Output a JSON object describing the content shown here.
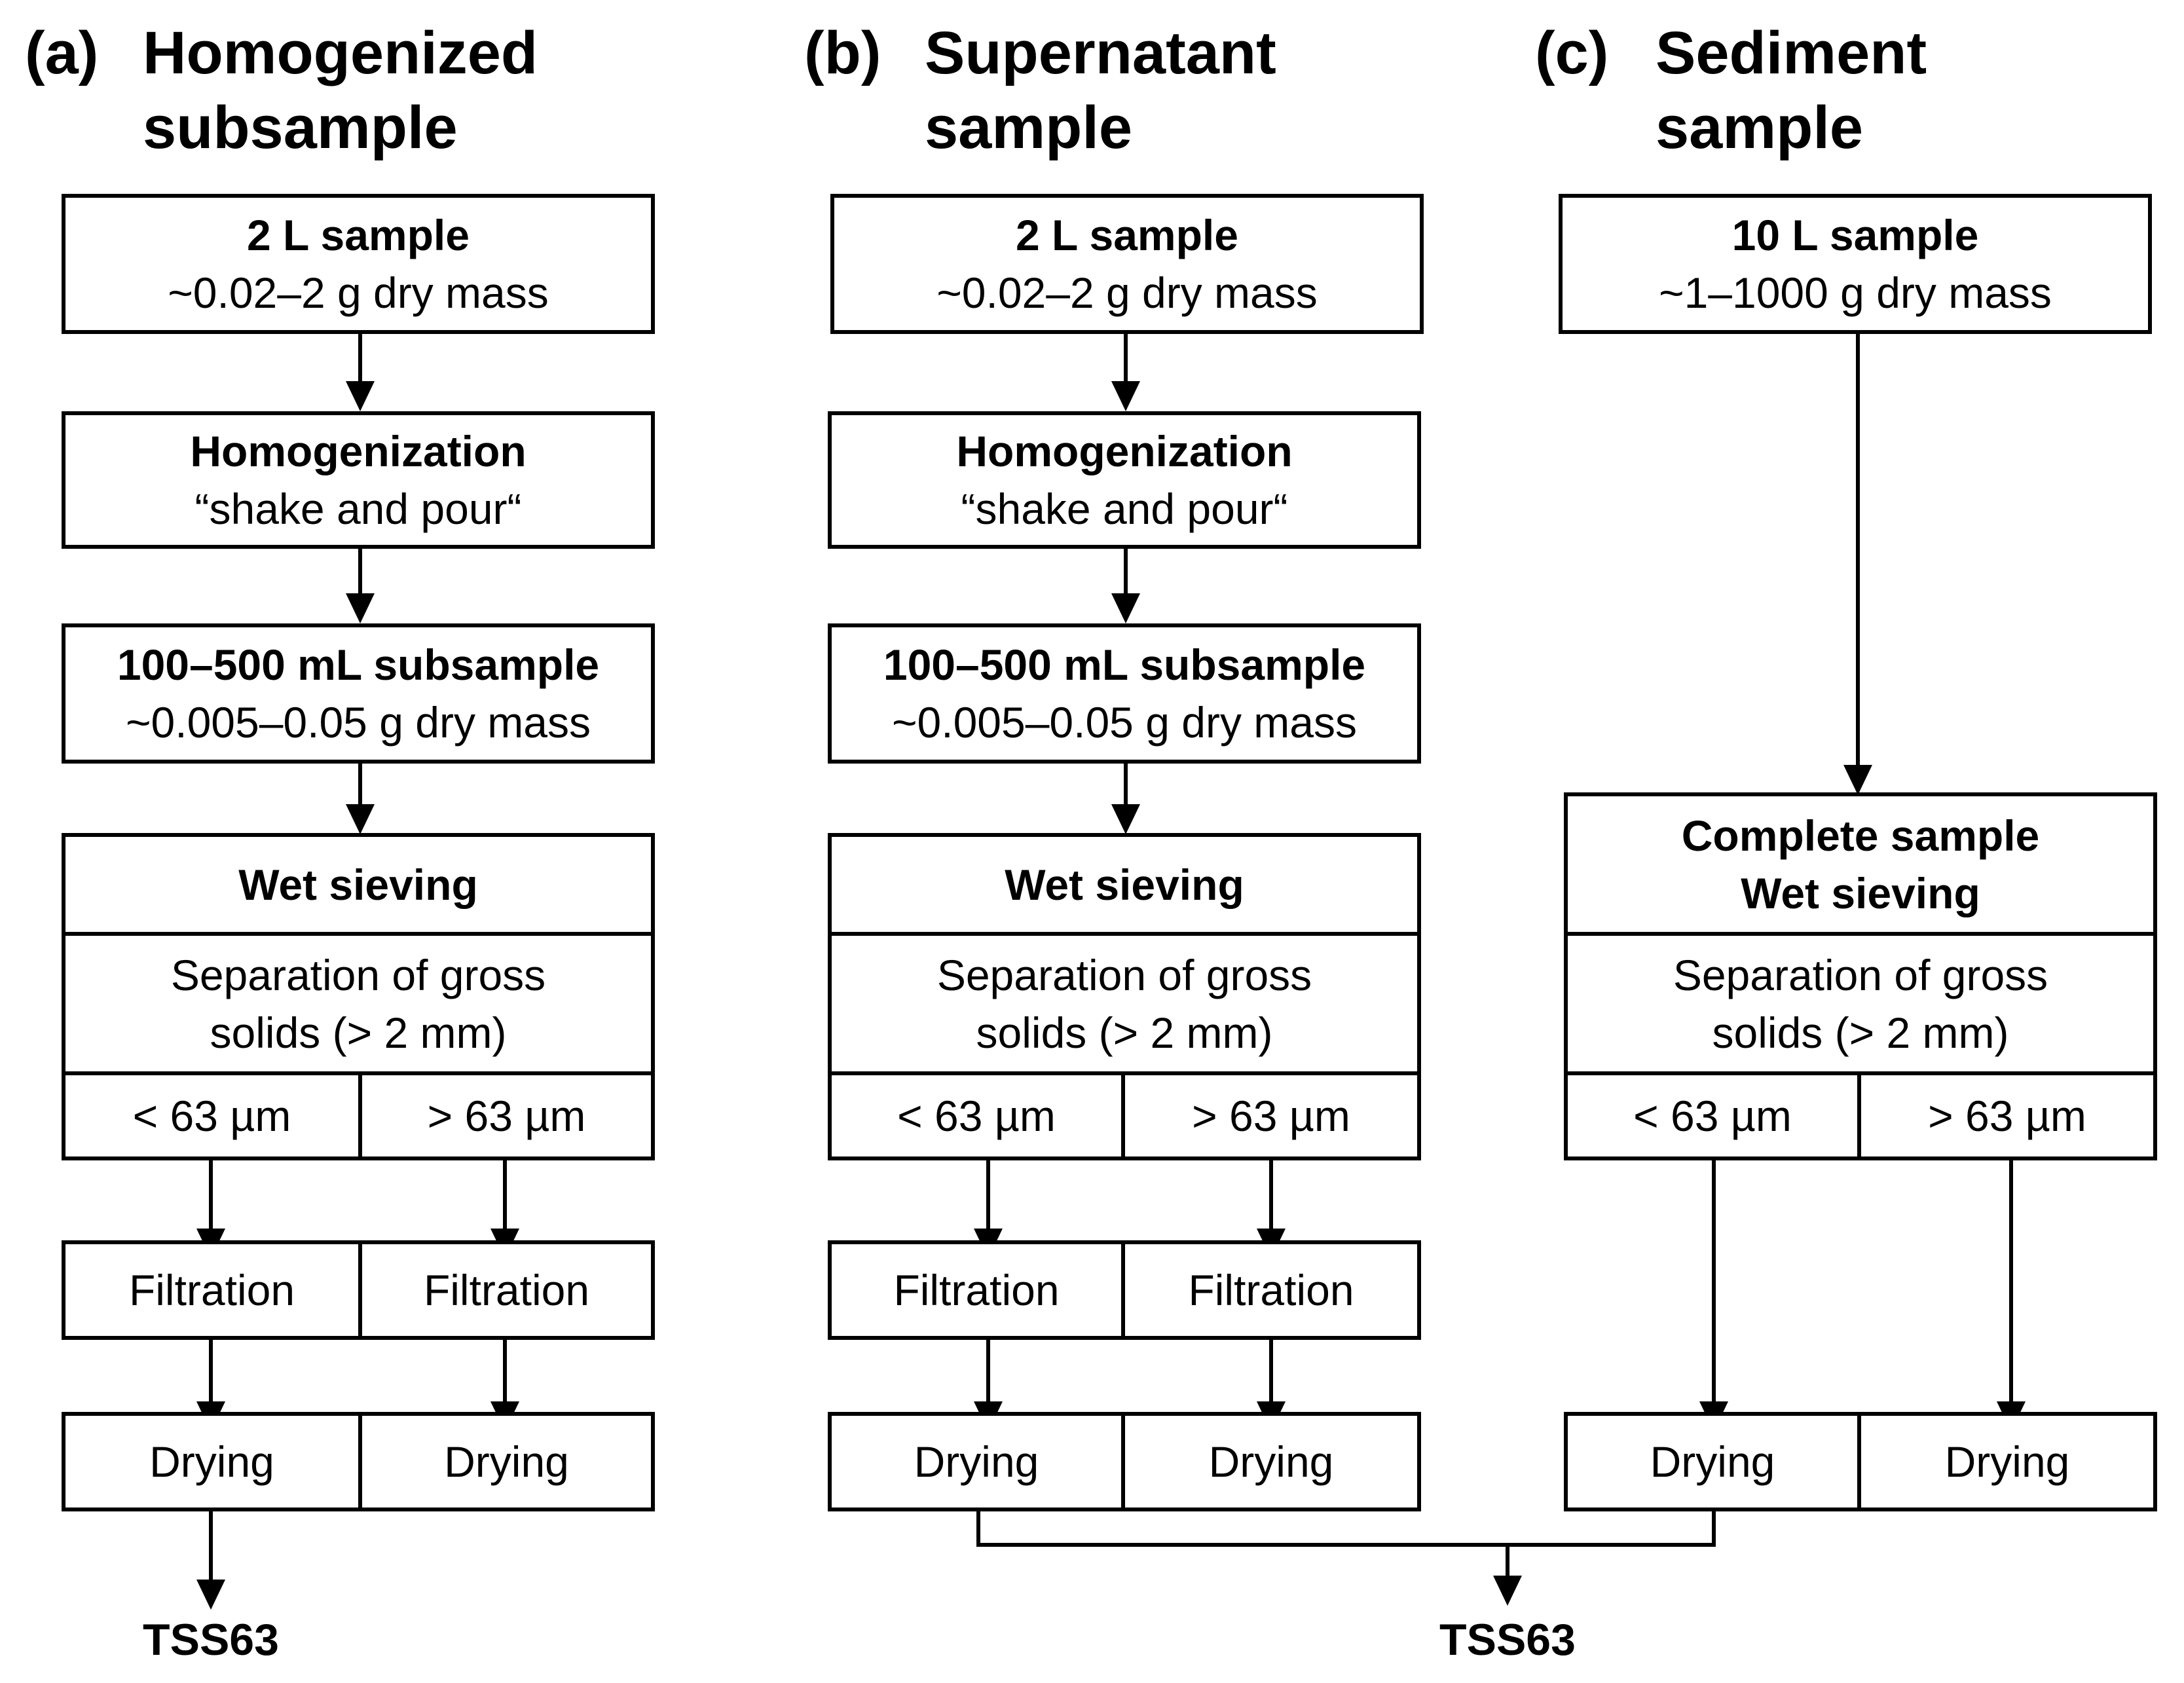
{
  "columns": {
    "a": {
      "label": "(a)",
      "title_line1": "Homogenized",
      "title_line2": "subsample",
      "sample_bold": "2 L sample",
      "sample_text": "~0.02–2 g dry mass",
      "homog_bold": "Homogenization",
      "homog_text": "“shake and pour“",
      "sub_bold": "100–500 mL subsample",
      "sub_text": "~0.005–0.05 g dry mass",
      "sieve_title": "Wet sieving",
      "sep_line1": "Separation of gross",
      "sep_line2": "solids (> 2 mm)",
      "frac_lt": "< 63 µm",
      "frac_gt": "> 63 µm",
      "filt_left": "Filtration",
      "filt_right": "Filtration",
      "dry_left": "Drying",
      "dry_right": "Drying"
    },
    "b": {
      "label": "(b)",
      "title_line1": "Supernatant",
      "title_line2": "sample",
      "sample_bold": "2 L sample",
      "sample_text": "~0.02–2 g dry mass",
      "homog_bold": "Homogenization",
      "homog_text": "“shake and pour“",
      "sub_bold": "100–500 mL subsample",
      "sub_text": "~0.005–0.05 g dry mass",
      "sieve_title": "Wet sieving",
      "sep_line1": "Separation of gross",
      "sep_line2": "solids (> 2 mm)",
      "frac_lt": "< 63 µm",
      "frac_gt": "> 63 µm",
      "filt_left": "Filtration",
      "filt_right": "Filtration",
      "dry_left": "Drying",
      "dry_right": "Drying"
    },
    "c": {
      "label": "(c)",
      "title_line1": "Sediment",
      "title_line2": "sample",
      "sample_bold": "10 L sample",
      "sample_text": "~1–1000 g dry mass",
      "sieve_line1": "Complete sample",
      "sieve_line2": "Wet sieving",
      "sep_line1": "Separation of gross",
      "sep_line2": "solids (> 2 mm)",
      "frac_lt": "< 63 µm",
      "frac_gt": "> 63 µm",
      "dry_left": "Drying",
      "dry_right": "Drying"
    }
  },
  "outputs": {
    "a": "TSS63",
    "bc": "TSS63"
  }
}
